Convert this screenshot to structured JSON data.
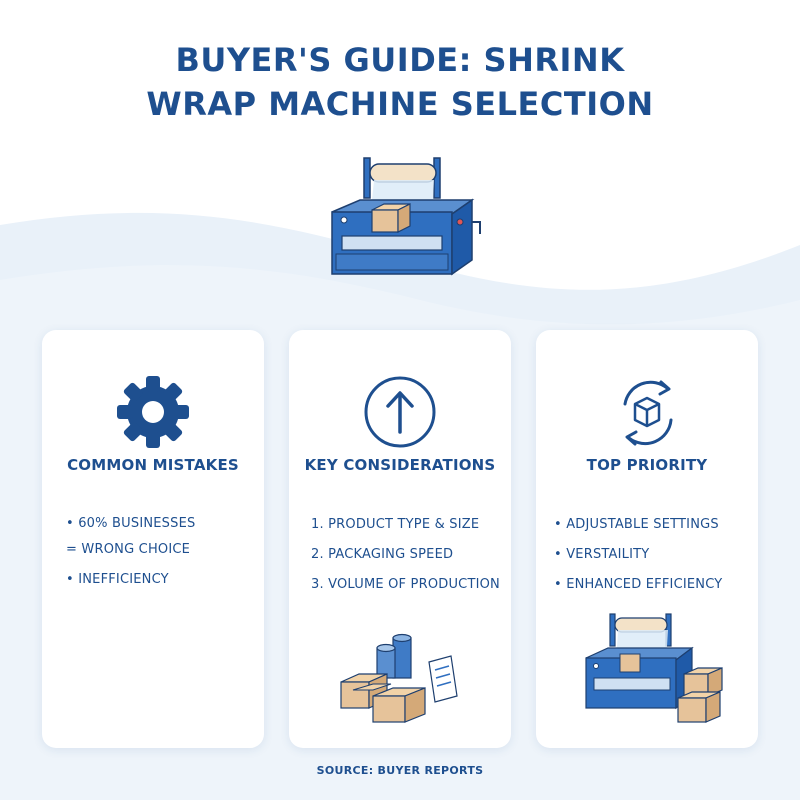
{
  "title": {
    "line1": "BUYER'S GUIDE: SHRINK",
    "line2": "WRAP MACHINE SELECTION"
  },
  "colors": {
    "primary": "#1e4f8f",
    "accent_blue": "#2f6fc0",
    "background_wave": "#e8f0f8",
    "box_tan": "#e6c39a"
  },
  "cards": [
    {
      "icon": "gear-icon",
      "title": "COMMON MISTAKES",
      "items": [
        "• 60% BUSINESSES",
        "= WRONG CHOICE",
        "• INEFFICIENCY"
      ]
    },
    {
      "icon": "arrow-up-circle-icon",
      "title": "KEY CONSIDERATIONS",
      "items": [
        "1. PRODUCT TYPE & SIZE",
        "2. PACKAGING SPEED",
        "3. VOLUME OF PRODUCTION"
      ],
      "illustration": "boxes-and-documents-illustration"
    },
    {
      "icon": "box-rotate-icon",
      "title": "TOP PRIORITY",
      "items": [
        "• ADJUSTABLE SETTINGS",
        "• VERSTAILITY",
        "• ENHANCED EFFICIENCY"
      ],
      "illustration": "shrink-wrap-machine-with-boxes-illustration"
    }
  ],
  "hero_illustration": "shrink-wrap-machine-illustration",
  "source": "SOURCE: BUYER REPORTS"
}
